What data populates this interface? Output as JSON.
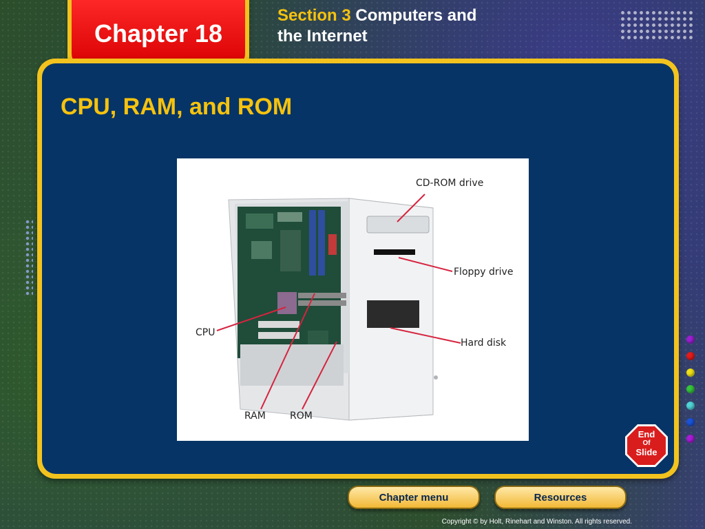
{
  "header": {
    "chapter_title": "Chapter 18",
    "section_label": "Section 3",
    "section_title_line1": "Computers and",
    "section_title_line2": "the Internet"
  },
  "slide": {
    "title": "CPU, RAM, and ROM"
  },
  "figure": {
    "callouts": {
      "cdrom": "CD-ROM drive",
      "floppy": "Floppy drive",
      "harddisk": "Hard disk",
      "cpu": "CPU",
      "ram": "RAM",
      "rom": "ROM"
    }
  },
  "end_sign": {
    "line1": "End",
    "line2": "Of",
    "line3": "Slide"
  },
  "nav_dots": [
    "#9b1fd1",
    "#e31b1b",
    "#f0e216",
    "#35c43a",
    "#4fd4d8",
    "#1a53d8",
    "#a91bd6"
  ],
  "footer": {
    "chapter_menu": "Chapter menu",
    "resources": "Resources",
    "copyright": "Copyright © by Holt, Rinehart and Winston. All rights reserved."
  },
  "colors": {
    "accent_yellow": "#f2c31e",
    "panel_blue": "#063466",
    "tab_red": "#e00000"
  }
}
